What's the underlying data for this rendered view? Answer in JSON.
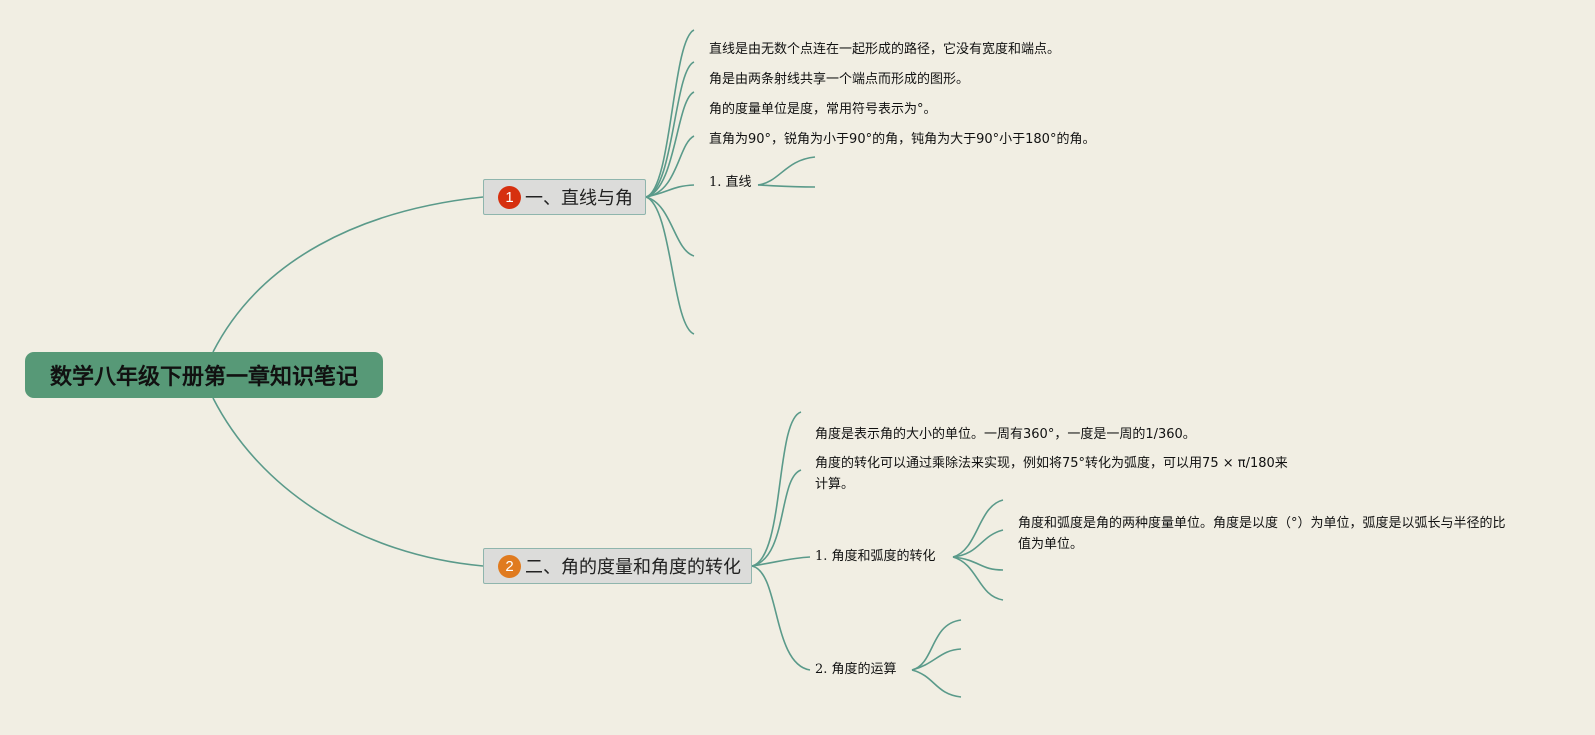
{
  "root": {
    "title": "数学八年级下册第一章知识笔记"
  },
  "topics": [
    {
      "number": "1",
      "badge_color": "#d6300f",
      "title": "一、直线与角",
      "notes": [
        "直线是由无数个点连在一起形成的路径，它没有宽度和端点。",
        "角是由两条射线共享一个端点而形成的图形。",
        "角的度量单位是度，常用符号表示为°。",
        "直角为90°，锐角为小于90°的角，钝角为大于90°小于180°的角。"
      ],
      "subtopics": [
        {
          "title": "1. 直线",
          "notes": []
        }
      ]
    },
    {
      "number": "2",
      "badge_color": "#e07b1f",
      "title": "二、角的度量和角度的转化",
      "notes": [
        "角度是表示角的大小的单位。一周有360°，一度是一周的1/360。",
        "角度的转化可以通过乘除法来实现，例如将75°转化为弧度，可以用75 × π/180来计算。"
      ],
      "subtopics": [
        {
          "title": "1. 角度和弧度的转化",
          "notes": [
            "角度和弧度是角的两种度量单位。角度是以度（°）为单位，弧度是以弧长与半径的比值为单位。"
          ]
        },
        {
          "title": "2. 角度的运算",
          "notes": []
        }
      ]
    }
  ]
}
